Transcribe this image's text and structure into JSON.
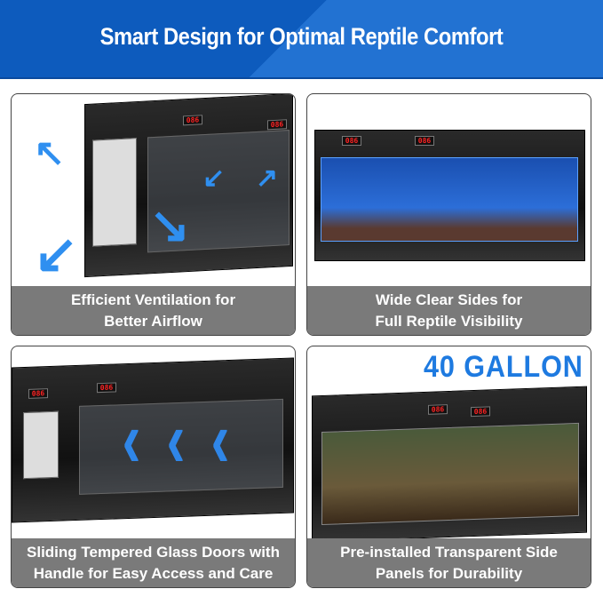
{
  "banner": {
    "title": "Smart Design for Optimal Reptile Comfort"
  },
  "panels": [
    {
      "caption_line1": "Efficient Ventilation for",
      "caption_line2": "Better Airflow"
    },
    {
      "caption_line1": "Wide Clear Sides for",
      "caption_line2": "Full Reptile Visibility"
    },
    {
      "caption_line1": "Sliding Tempered Glass Doors with",
      "caption_line2": "Handle for Easy Access and Care"
    },
    {
      "caption_line1": "Pre-installed Transparent Side",
      "caption_line2": "Panels for Durability",
      "badge": "40 GALLON"
    }
  ],
  "display_readout": "086",
  "colors": {
    "banner": "#0d5bbd",
    "caption_bg": "#7a7a7a",
    "accent_blue": "#2f8ff0"
  }
}
